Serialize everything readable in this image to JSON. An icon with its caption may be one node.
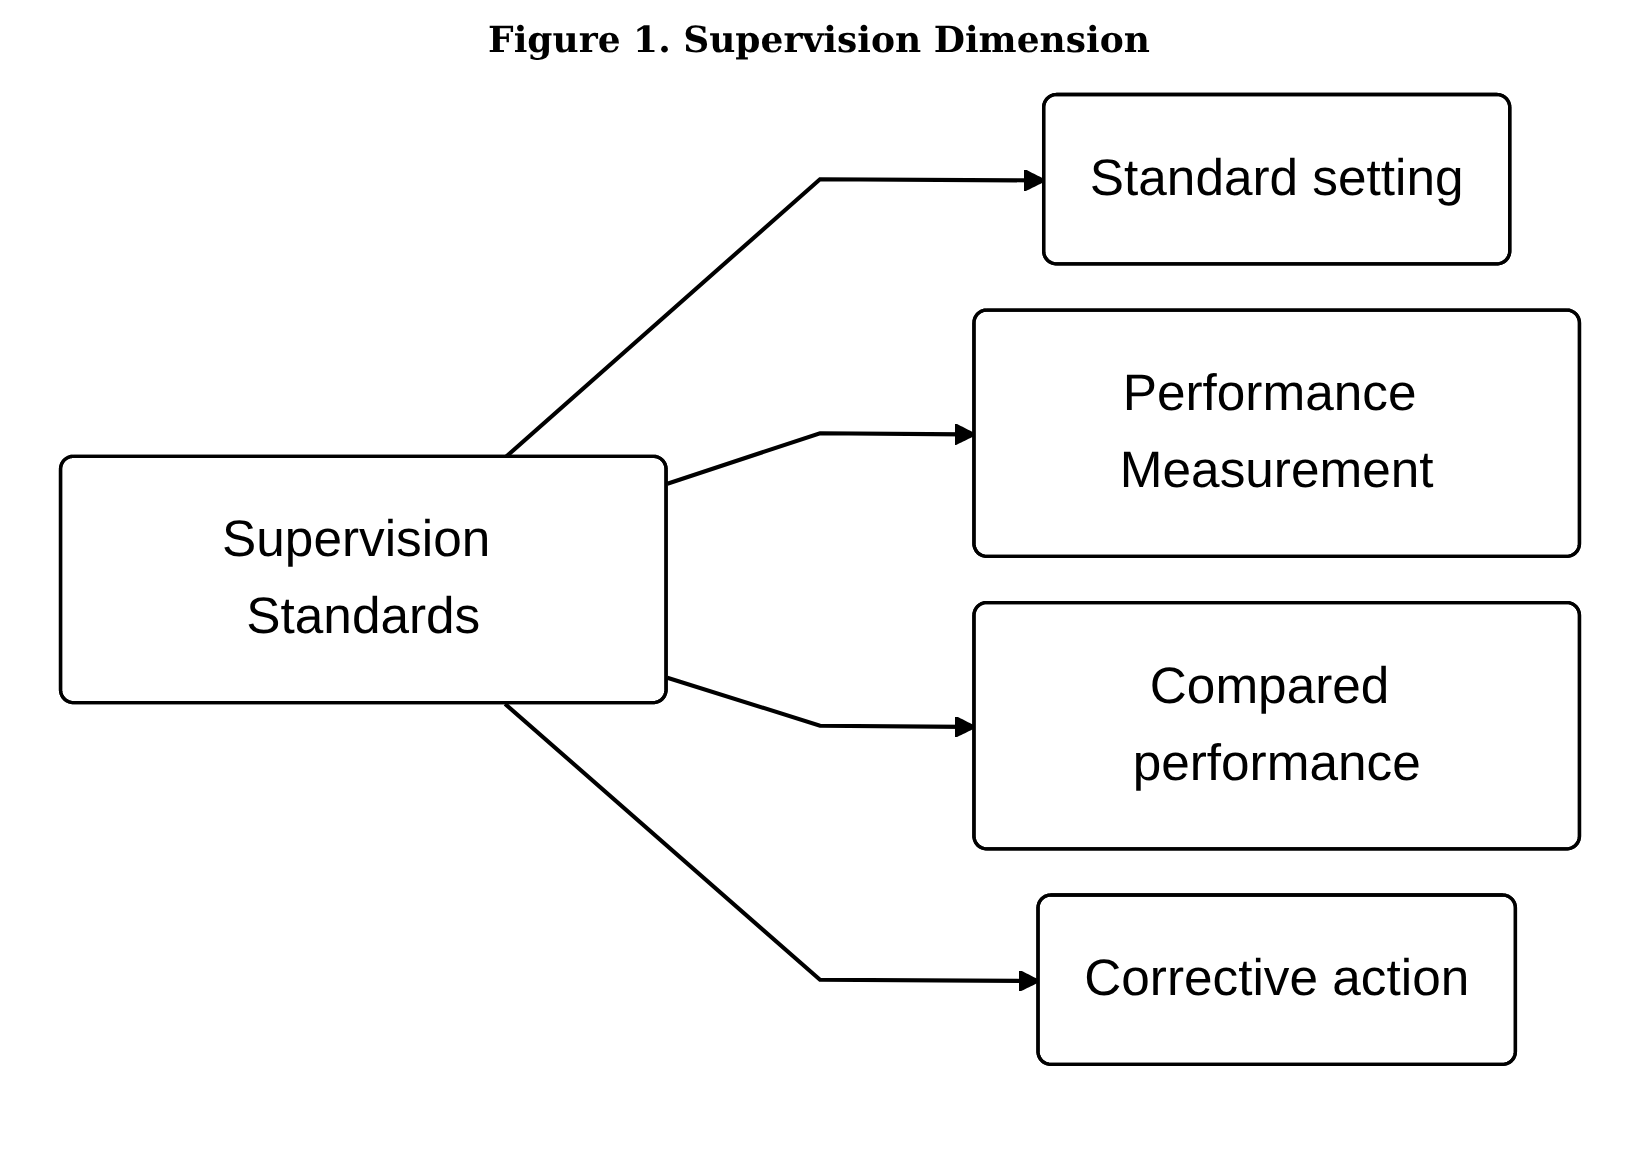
{
  "diagram": {
    "title": "Figure 1. Supervision Dimension",
    "nodes": [
      {
        "text": [
          "Supervision Standards"
        ]
      },
      {
        "text": [
          "Standard setting"
        ]
      },
      {
        "text": [
          "Performance Measurement"
        ]
      },
      {
        "text": [
          "Compared performance"
        ]
      },
      {
        "text": [
          "Corrective action"
        ]
      }
    ],
    "edges": [
      {
        "from": 0,
        "to": 1,
        "arrow": "to"
      },
      {
        "from": 0,
        "to": 2,
        "arrow": "to"
      },
      {
        "from": 0,
        "to": 3,
        "arrow": "to"
      },
      {
        "from": 0,
        "to": 4,
        "arrow": "to"
      }
    ]
  }
}
